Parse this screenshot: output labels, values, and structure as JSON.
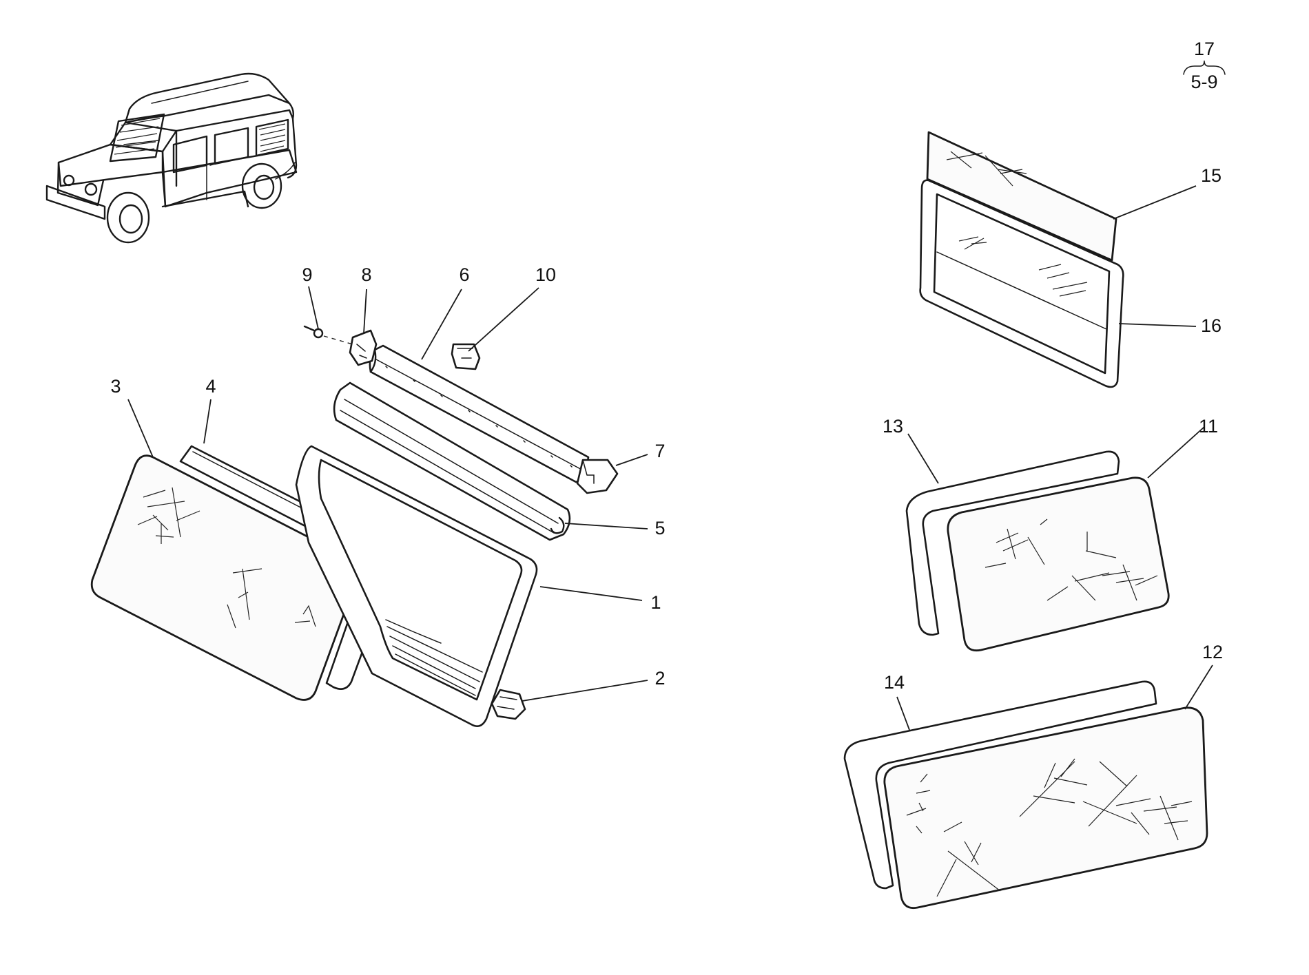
{
  "ref_top": "17",
  "ref_bottom": "5-9",
  "callouts": {
    "c1": "1",
    "c2": "2",
    "c3": "3",
    "c4": "4",
    "c5": "5",
    "c6": "6",
    "c7": "7",
    "c8": "8",
    "c9": "9",
    "c10": "10",
    "c11": "11",
    "c12": "12",
    "c13": "13",
    "c14": "14",
    "c15": "15",
    "c16": "16"
  }
}
